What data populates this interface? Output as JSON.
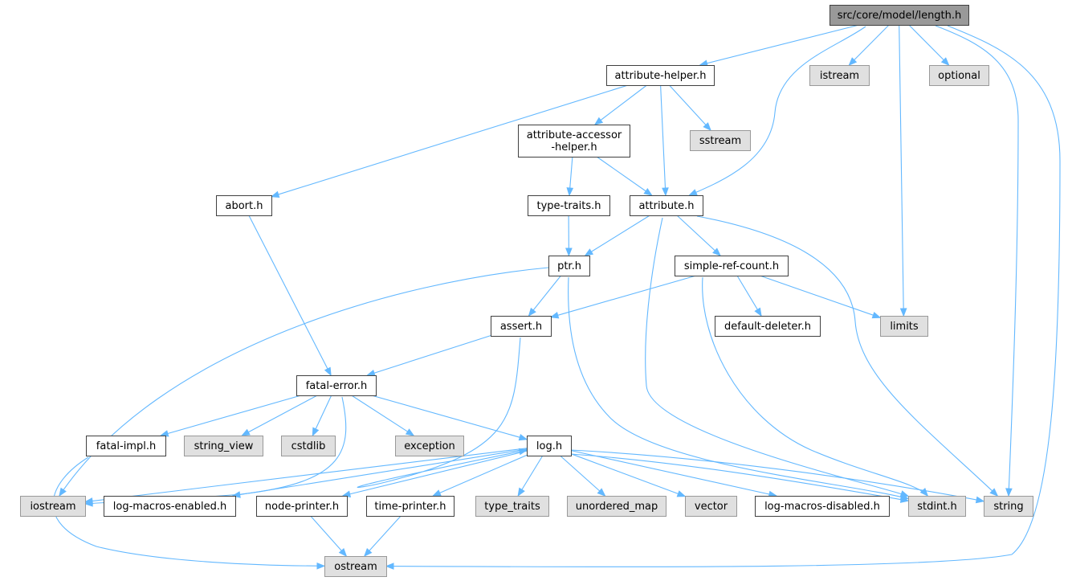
{
  "diagram": {
    "colors": {
      "root_fill": "#999999",
      "internal_fill": "#ffffff",
      "system_fill": "#e0e0e0",
      "border": "#404040",
      "system_border": "#999999",
      "edge": "#63b8ff"
    },
    "nodes": {
      "length_h": {
        "label": "src/core/model/length.h",
        "kind": "root"
      },
      "attribute_helper_h": {
        "label": "attribute-helper.h",
        "kind": "internal"
      },
      "istream": {
        "label": "istream",
        "kind": "system"
      },
      "optional": {
        "label": "optional",
        "kind": "system"
      },
      "attribute_accessor_helper_h": {
        "label": "attribute-accessor",
        "label2": "-helper.h",
        "kind": "internal"
      },
      "sstream": {
        "label": "sstream",
        "kind": "system"
      },
      "abort_h": {
        "label": "abort.h",
        "kind": "internal"
      },
      "type_traits_h": {
        "label": "type-traits.h",
        "kind": "internal"
      },
      "attribute_h": {
        "label": "attribute.h",
        "kind": "internal"
      },
      "ptr_h": {
        "label": "ptr.h",
        "kind": "internal"
      },
      "simple_ref_count_h": {
        "label": "simple-ref-count.h",
        "kind": "internal"
      },
      "assert_h": {
        "label": "assert.h",
        "kind": "internal"
      },
      "default_deleter_h": {
        "label": "default-deleter.h",
        "kind": "internal"
      },
      "limits": {
        "label": "limits",
        "kind": "system"
      },
      "fatal_error_h": {
        "label": "fatal-error.h",
        "kind": "internal"
      },
      "fatal_impl_h": {
        "label": "fatal-impl.h",
        "kind": "internal"
      },
      "string_view": {
        "label": "string_view",
        "kind": "system"
      },
      "cstdlib": {
        "label": "cstdlib",
        "kind": "system"
      },
      "exception": {
        "label": "exception",
        "kind": "system"
      },
      "log_h": {
        "label": "log.h",
        "kind": "internal"
      },
      "iostream": {
        "label": "iostream",
        "kind": "system"
      },
      "log_macros_enabled_h": {
        "label": "log-macros-enabled.h",
        "kind": "internal"
      },
      "node_printer_h": {
        "label": "node-printer.h",
        "kind": "internal"
      },
      "time_printer_h": {
        "label": "time-printer.h",
        "kind": "internal"
      },
      "type_traits": {
        "label": "type_traits",
        "kind": "system"
      },
      "unordered_map": {
        "label": "unordered_map",
        "kind": "system"
      },
      "vector": {
        "label": "vector",
        "kind": "system"
      },
      "log_macros_disabled_h": {
        "label": "log-macros-disabled.h",
        "kind": "internal"
      },
      "stdint_h": {
        "label": "stdint.h",
        "kind": "system"
      },
      "string": {
        "label": "string",
        "kind": "system"
      },
      "ostream": {
        "label": "ostream",
        "kind": "system"
      }
    },
    "edges": [
      [
        "length_h",
        "attribute_helper_h"
      ],
      [
        "length_h",
        "istream"
      ],
      [
        "length_h",
        "optional"
      ],
      [
        "length_h",
        "attribute_h"
      ],
      [
        "length_h",
        "limits"
      ],
      [
        "length_h",
        "string"
      ],
      [
        "length_h",
        "ostream"
      ],
      [
        "attribute_helper_h",
        "attribute_accessor_helper_h"
      ],
      [
        "attribute_helper_h",
        "sstream"
      ],
      [
        "attribute_helper_h",
        "abort_h"
      ],
      [
        "attribute_helper_h",
        "attribute_h"
      ],
      [
        "attribute_accessor_helper_h",
        "type_traits_h"
      ],
      [
        "attribute_accessor_helper_h",
        "attribute_h"
      ],
      [
        "type_traits_h",
        "ptr_h"
      ],
      [
        "attribute_h",
        "ptr_h"
      ],
      [
        "attribute_h",
        "simple_ref_count_h"
      ],
      [
        "attribute_h",
        "stdint_h"
      ],
      [
        "attribute_h",
        "string"
      ],
      [
        "abort_h",
        "fatal_error_h"
      ],
      [
        "ptr_h",
        "assert_h"
      ],
      [
        "ptr_h",
        "iostream"
      ],
      [
        "ptr_h",
        "stdint_h"
      ],
      [
        "simple_ref_count_h",
        "assert_h"
      ],
      [
        "simple_ref_count_h",
        "default_deleter_h"
      ],
      [
        "simple_ref_count_h",
        "limits"
      ],
      [
        "simple_ref_count_h",
        "stdint_h"
      ],
      [
        "assert_h",
        "fatal_error_h"
      ],
      [
        "assert_h",
        "log_h"
      ],
      [
        "fatal_error_h",
        "fatal_impl_h"
      ],
      [
        "fatal_error_h",
        "string_view"
      ],
      [
        "fatal_error_h",
        "cstdlib"
      ],
      [
        "fatal_error_h",
        "exception"
      ],
      [
        "fatal_error_h",
        "log_h"
      ],
      [
        "fatal_error_h",
        "iostream"
      ],
      [
        "fatal_impl_h",
        "ostream"
      ],
      [
        "log_h",
        "iostream"
      ],
      [
        "log_h",
        "log_macros_enabled_h"
      ],
      [
        "log_h",
        "node_printer_h"
      ],
      [
        "log_h",
        "time_printer_h"
      ],
      [
        "log_h",
        "type_traits"
      ],
      [
        "log_h",
        "unordered_map"
      ],
      [
        "log_h",
        "vector"
      ],
      [
        "log_h",
        "log_macros_disabled_h"
      ],
      [
        "log_h",
        "stdint_h"
      ],
      [
        "log_h",
        "string"
      ],
      [
        "node_printer_h",
        "ostream"
      ],
      [
        "time_printer_h",
        "ostream"
      ]
    ]
  }
}
